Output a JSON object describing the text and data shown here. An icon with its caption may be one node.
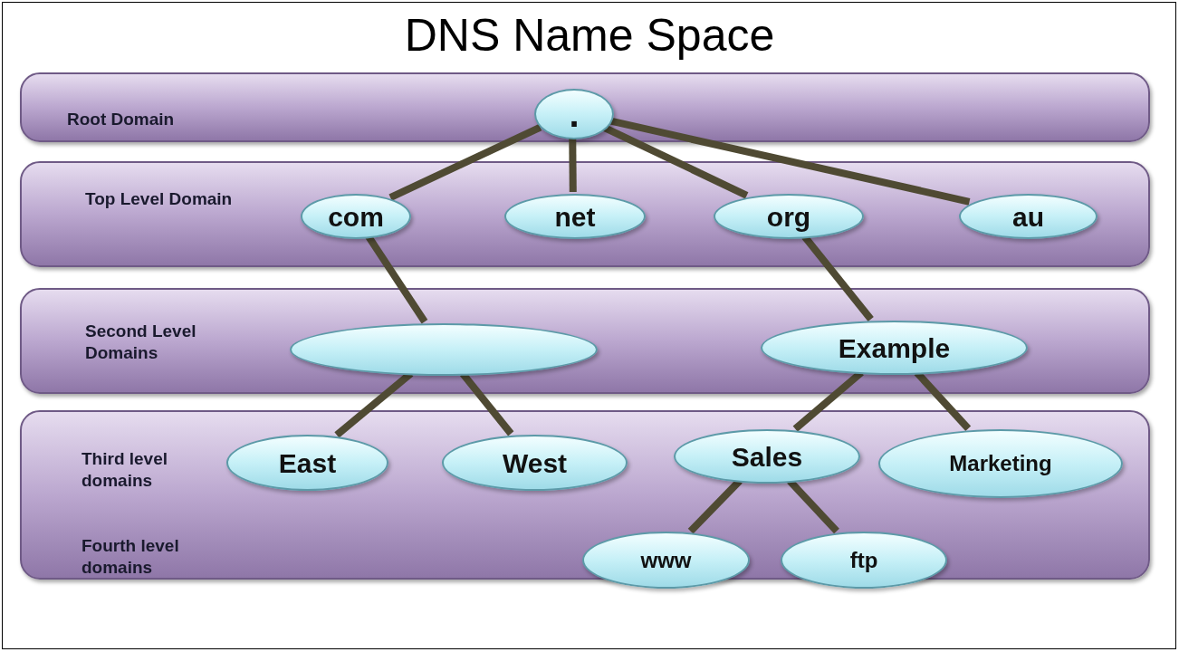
{
  "diagram": {
    "title": "DNS Name Space",
    "nodes": [
      {
        "text": [
          "Root Domain"
        ]
      },
      {
        "text": [
          "."
        ],
        "in": 0
      },
      {
        "text": [
          "Top Level Domain"
        ]
      },
      {
        "text": [
          "com"
        ],
        "in": 2
      },
      {
        "text": [
          "net"
        ],
        "in": 2
      },
      {
        "text": [
          "org"
        ],
        "in": 2
      },
      {
        "text": [
          "au"
        ],
        "in": 2
      },
      {
        "text": [
          "Second Level Domains"
        ]
      },
      {
        "text": [],
        "shape": "ellipse",
        "in": 7
      },
      {
        "text": [
          "Example"
        ],
        "in": 7
      },
      {
        "text": [
          "Third level domains",
          "Fourth level domains"
        ]
      },
      {
        "text": [
          "East"
        ],
        "in": 10
      },
      {
        "text": [
          "West"
        ],
        "in": 10
      },
      {
        "text": [
          "Sales"
        ],
        "in": 10
      },
      {
        "text": [
          "Marketing"
        ],
        "in": 10
      },
      {
        "text": [
          "www"
        ],
        "in": 10
      },
      {
        "text": [
          "ftp"
        ],
        "in": 10
      }
    ],
    "edges": [
      {
        "from": 1,
        "to": 3,
        "arrow": "none"
      },
      {
        "from": 1,
        "to": 4,
        "arrow": "none"
      },
      {
        "from": 1,
        "to": 5,
        "arrow": "none"
      },
      {
        "from": 1,
        "to": 6,
        "arrow": "none"
      },
      {
        "from": 3,
        "to": 8,
        "arrow": "none"
      },
      {
        "from": 5,
        "to": 9,
        "arrow": "none"
      },
      {
        "from": 8,
        "to": 11,
        "arrow": "none"
      },
      {
        "from": 8,
        "to": 12,
        "arrow": "none"
      },
      {
        "from": 9,
        "to": 13,
        "arrow": "none"
      },
      {
        "from": 9,
        "to": 14,
        "arrow": "none"
      },
      {
        "from": 13,
        "to": 15,
        "arrow": "none"
      },
      {
        "from": 13,
        "to": 16,
        "arrow": "none"
      }
    ]
  }
}
